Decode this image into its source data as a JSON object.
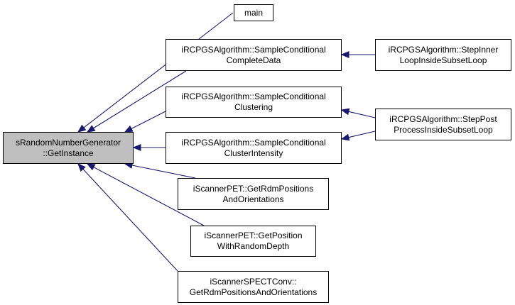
{
  "diagram": {
    "nodes": {
      "focus": {
        "lines": [
          "sRandomNumberGenerator",
          "::GetInstance"
        ]
      },
      "main": {
        "lines": [
          "main"
        ]
      },
      "sample_complete": {
        "lines": [
          "iRCPGSAlgorithm::SampleConditional",
          "CompleteData"
        ]
      },
      "sample_clustering": {
        "lines": [
          "iRCPGSAlgorithm::SampleConditional",
          "Clustering"
        ]
      },
      "sample_intensity": {
        "lines": [
          "iRCPGSAlgorithm::SampleConditional",
          "ClusterIntensity"
        ]
      },
      "pet_rdm": {
        "lines": [
          "iScannerPET::GetRdmPositions",
          "AndOrientations"
        ]
      },
      "pet_depth": {
        "lines": [
          "iScannerPET::GetPosition",
          "WithRandomDepth"
        ]
      },
      "spect_rdm": {
        "lines": [
          "iScannerSPECTConv::",
          "GetRdmPositionsAndOrientations"
        ]
      },
      "step_inner": {
        "lines": [
          "iRCPGSAlgorithm::StepInner",
          "LoopInsideSubsetLoop"
        ]
      },
      "step_post": {
        "lines": [
          "iRCPGSAlgorithm::StepPost",
          "ProcessInsideSubsetLoop"
        ]
      }
    },
    "edge_color": "#191970"
  }
}
